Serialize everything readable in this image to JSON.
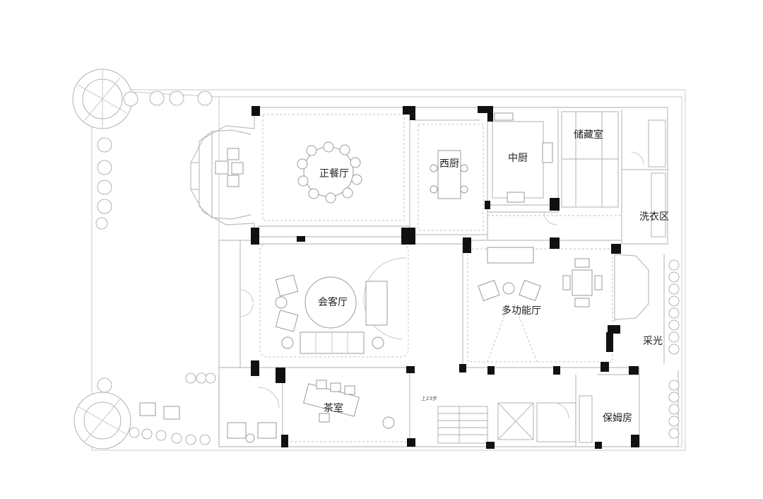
{
  "rooms": {
    "formal_dining": "正餐厅",
    "western_kitchen": "西厨",
    "chinese_kitchen": "中厨",
    "storage": "储藏室",
    "laundry": "洗衣区",
    "reception_hall": "会客厅",
    "multi_function_hall": "多功能厅",
    "lighting_well": "采光",
    "tea_room": "茶室",
    "nanny_room": "保姆房"
  },
  "stair_label": "上23步",
  "colors": {
    "wall_line": "#bdbdbd",
    "column": "#111111",
    "furniture_line": "#9a9a9a",
    "text": "#222222"
  }
}
